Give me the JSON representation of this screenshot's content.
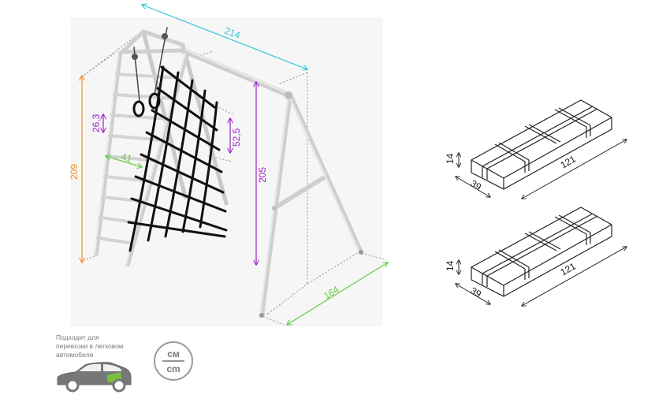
{
  "structure": {
    "width": "214",
    "height_total": "209",
    "height_swing": "205",
    "depth": "164",
    "rung_spacing": "26,3",
    "net_cell": "52,5",
    "ladder_width": "41"
  },
  "package_1": {
    "height": "14",
    "width": "39",
    "length": "121"
  },
  "package_2": {
    "height": "14",
    "width": "39",
    "length": "121"
  },
  "car_note": {
    "line1": "Подходит для",
    "line2": "перевозки в легковом",
    "line3": "автомобиле"
  },
  "units": {
    "top": "см",
    "bottom": "cm"
  },
  "colors": {
    "width_dim": "#2ec4d6",
    "height_total_dim": "#f08a24",
    "height_swing_dim": "#a020c8",
    "depth_dim": "#6cc84a",
    "frame": "#d8d8d8",
    "net": "#111111",
    "car_badge": "#7ac142"
  },
  "icons": [
    "car-icon",
    "units-icon"
  ]
}
